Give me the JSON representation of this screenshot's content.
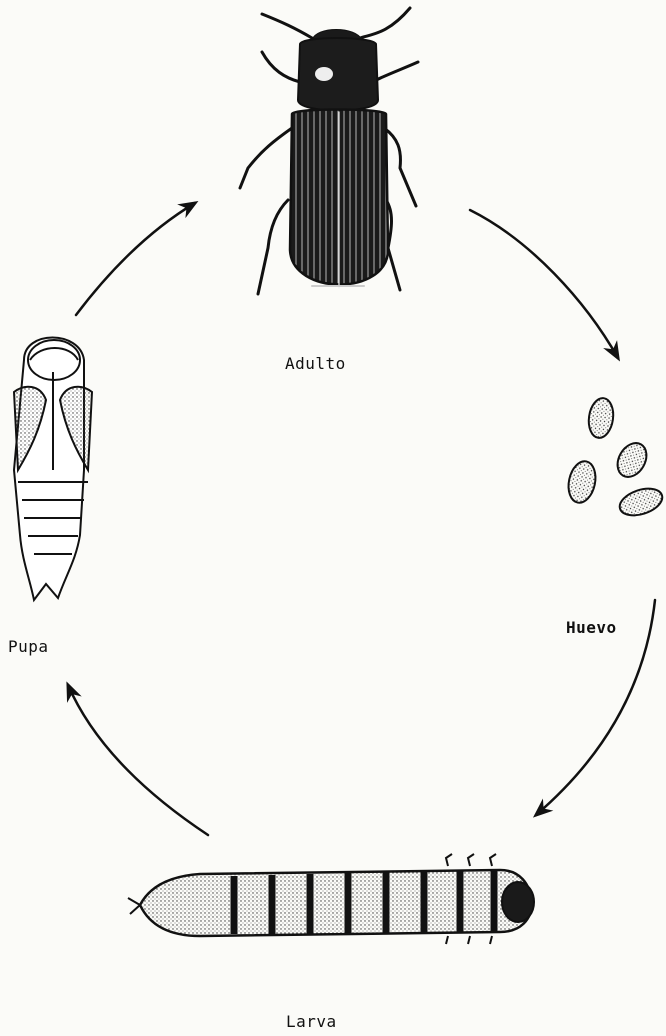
{
  "stages": {
    "adult": {
      "label": "Adulto"
    },
    "egg": {
      "label": "Huevo"
    },
    "larva": {
      "label": "Larva"
    },
    "pupa": {
      "label": "Pupa"
    }
  },
  "colors": {
    "ink": "#111111",
    "paper": "#fbfbf8",
    "stipple": "#d8d6cc"
  }
}
